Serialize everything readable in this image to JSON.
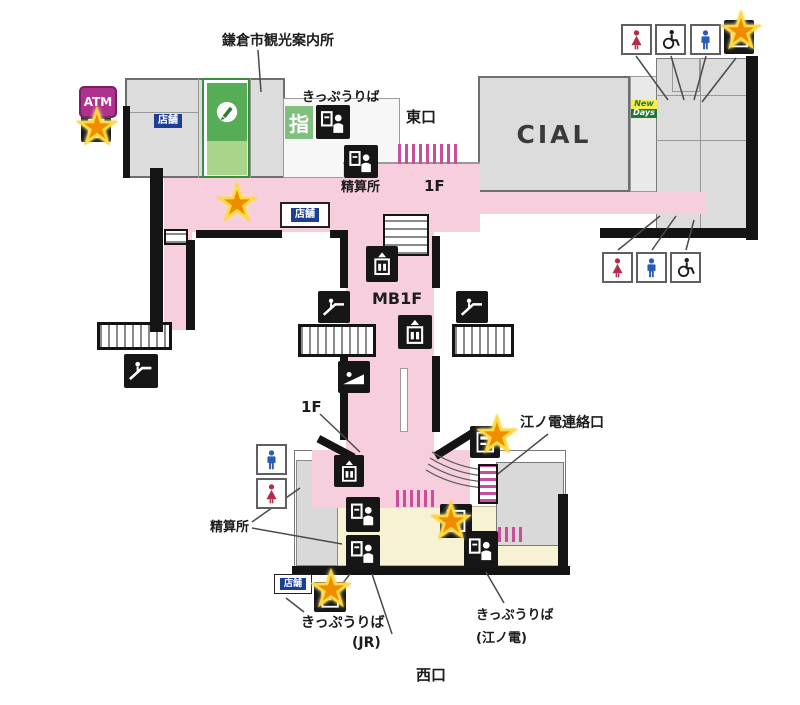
{
  "labels": {
    "tourist_info": "鎌倉市観光案内所",
    "ticket_top": "きっぷうりば",
    "east_exit": "東口",
    "cial": "CIAL",
    "fare_top": "精算所",
    "f1_east": "1F",
    "mb1f": "MB1F",
    "f1_center": "1F",
    "enoden_gate": "江ノ電連絡口",
    "fare_west": "精算所",
    "ticket_jr_1": "きっぷうりば",
    "ticket_jr_2": "(JR)",
    "ticket_enoden_1": "きっぷうりば",
    "ticket_enoden_2": "(江ノ電)",
    "west_exit": "西口",
    "shop_north": "店舗",
    "shop_mid": "店舗",
    "shop_south": "店舗",
    "reserved_seat": "指",
    "atm": "ATM",
    "newdays_top": "New",
    "newdays_bottom": "Days"
  },
  "markers": {
    "star_glyph": "★",
    "star_count": 6,
    "star_locations": [
      "atm-corner",
      "north-concourse",
      "east-annex-roof",
      "enoden-gate",
      "west-concourse",
      "south-shops"
    ]
  },
  "colors": {
    "concourse_pink": "#f6cede",
    "gate_magenta": "#cb4e9b",
    "building_gray": "#dcdcdc",
    "platform_cream": "#f8f2d4",
    "star_orange": "#f08c00",
    "star_yellow": "#ffd93d",
    "atm_magenta": "#b0308d",
    "shop_blue": "#1d3f93",
    "info_green": "#57ad57",
    "reserved_green": "#7fc07f",
    "female_red": "#b52b4a",
    "male_blue": "#2b5cb5",
    "newdays_green": "#1f7a33",
    "newdays_yellow": "#f9ec4f"
  }
}
